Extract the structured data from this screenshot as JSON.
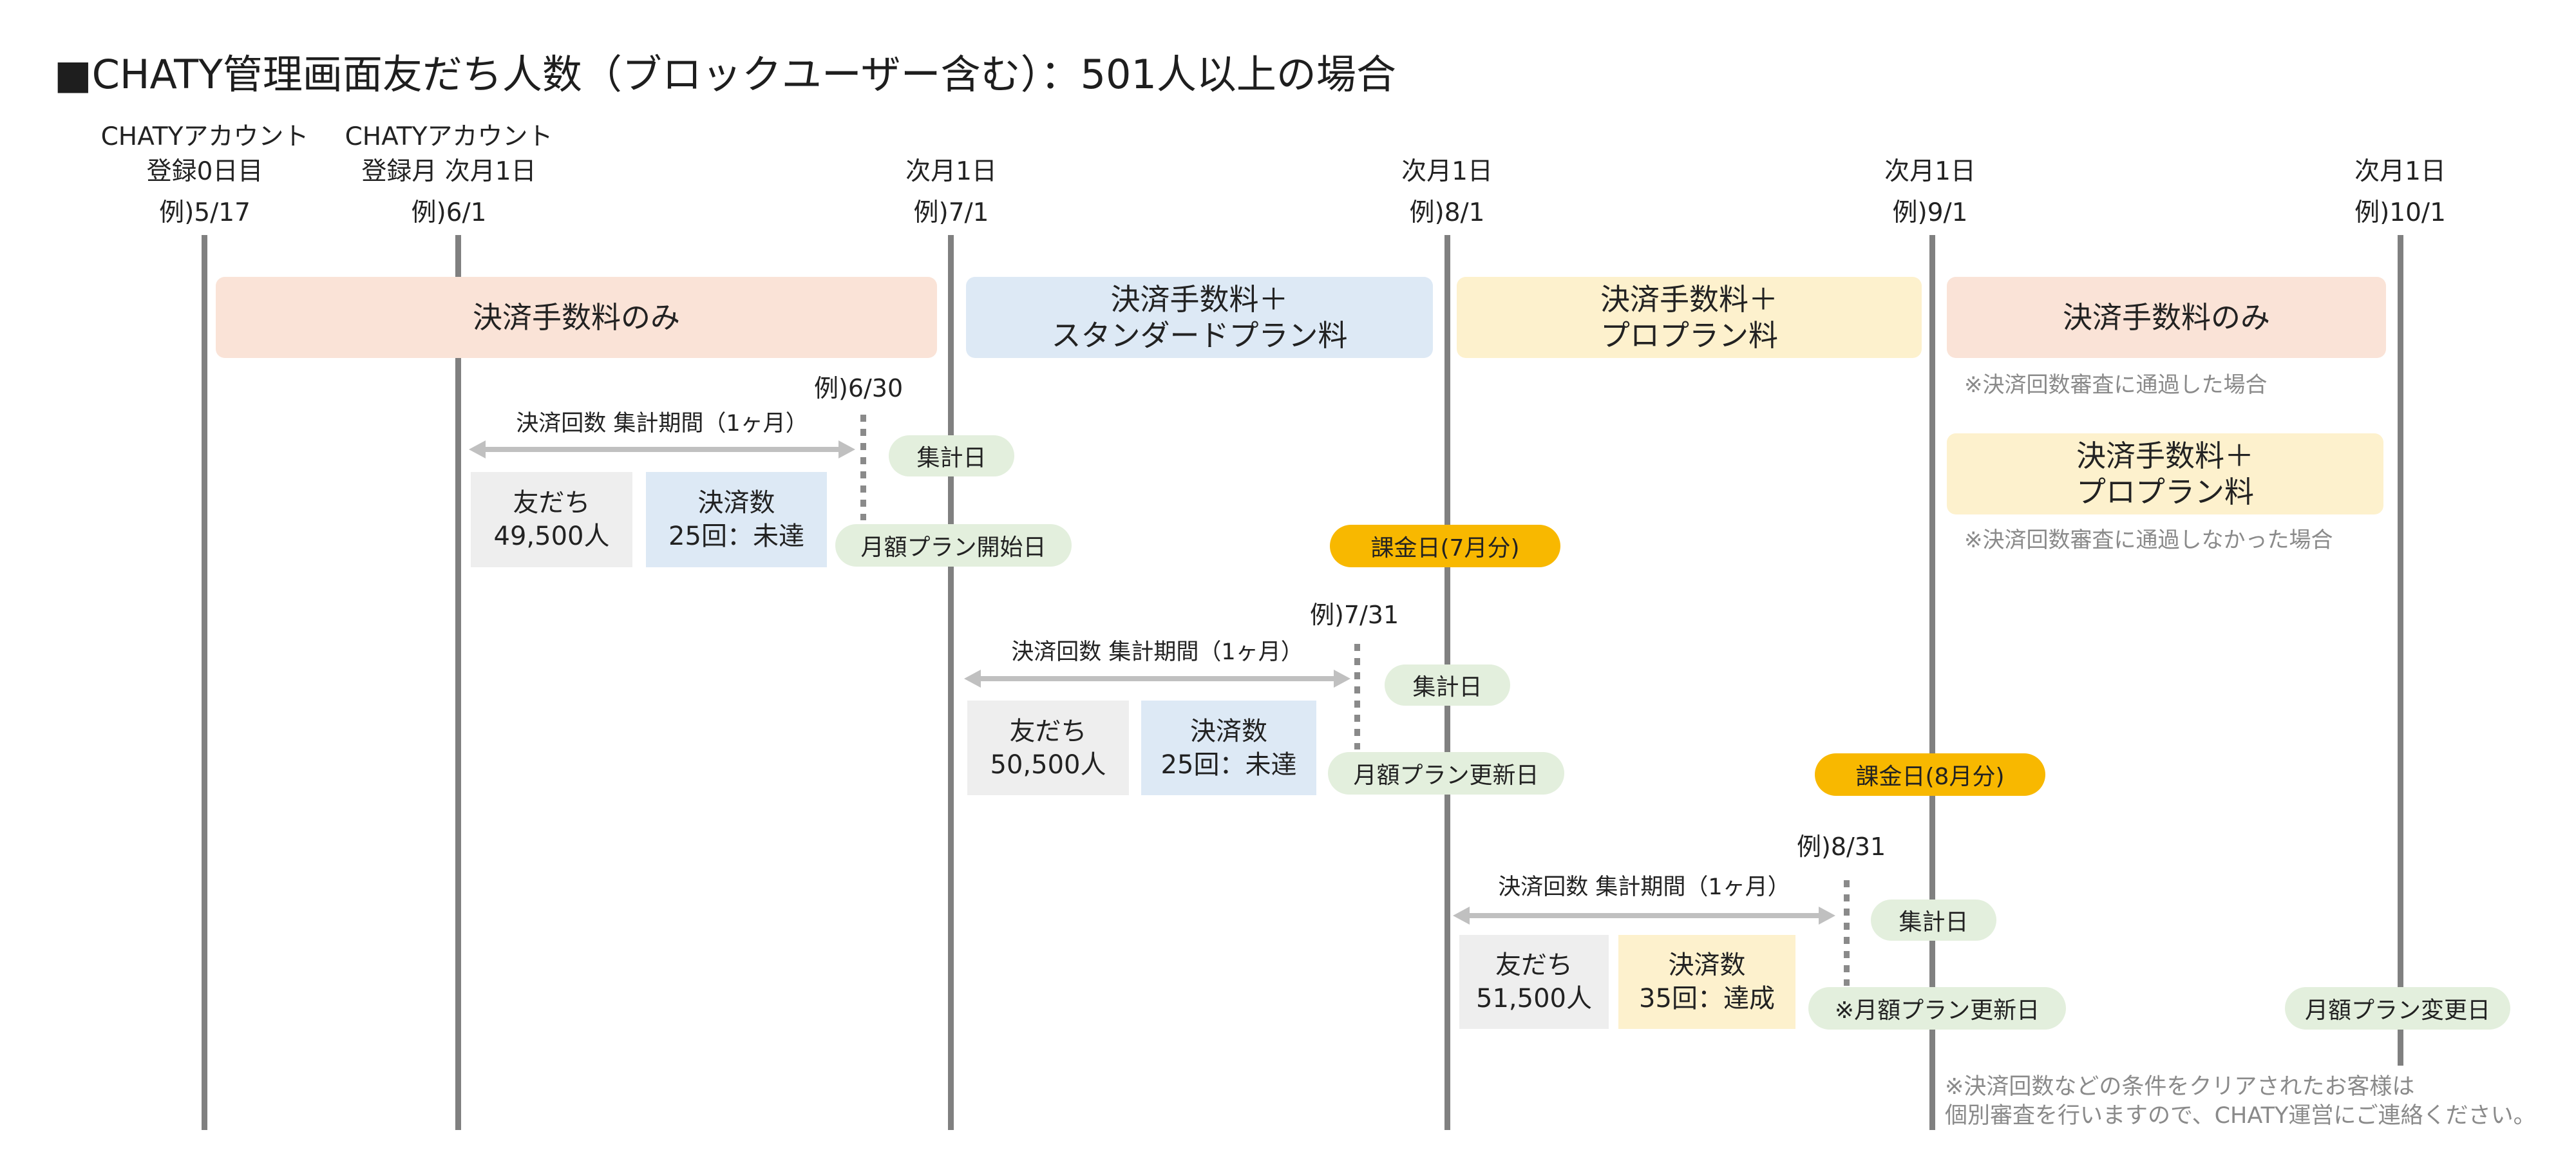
{
  "title": "■CHATY管理画面友だち人数（ブロックユーザー含む）：501人以上の場合",
  "columns": [
    {
      "line1": "CHATYアカウント",
      "line2": "登録0日目",
      "example": "例)5/17"
    },
    {
      "line1": "CHATYアカウント",
      "line2": "登録月  次月1日",
      "example": "例)6/1"
    },
    {
      "line1": "",
      "line2": "次月1日",
      "example": "例)7/1"
    },
    {
      "line1": "",
      "line2": "次月1日",
      "example": "例)8/1"
    },
    {
      "line1": "",
      "line2": "次月1日",
      "example": "例)9/1"
    },
    {
      "line1": "",
      "line2": "次月1日",
      "example": "例)10/1"
    }
  ],
  "plans": {
    "p1": {
      "line1": "決済手数料のみ"
    },
    "p2": {
      "line1": "決済手数料＋",
      "line2": "スタンダードプラン料"
    },
    "p3": {
      "line1": "決済手数料＋",
      "line2": "プロプラン料"
    },
    "p4": {
      "line1": "決済手数料のみ",
      "note": "※決済回数審査に通過した場合"
    },
    "p5": {
      "line1": "決済手数料＋",
      "line2": "プロプラン料",
      "note": "※決済回数審査に通過しなかった場合"
    }
  },
  "periods": [
    {
      "example_end": "例)6/30",
      "label": "決済回数 集計期間（1ヶ月）",
      "friends_label": "友だち",
      "friends_value": "49,500人",
      "payments_label": "決済数",
      "payments_value": "25回：未達",
      "tally_pill": "集計日",
      "event_pill": "月額プラン開始日"
    },
    {
      "example_end": "例)7/31",
      "label": "決済回数 集計期間（1ヶ月）",
      "friends_label": "友だち",
      "friends_value": "50,500人",
      "payments_label": "決済数",
      "payments_value": "25回：未達",
      "tally_pill": "集計日",
      "event_pill": "月額プラン更新日"
    },
    {
      "example_end": "例)8/31",
      "label": "決済回数 集計期間（1ヶ月）",
      "friends_label": "友だち",
      "friends_value": "51,500人",
      "payments_label": "決済数",
      "payments_value": "35回：達成",
      "tally_pill": "集計日",
      "event_pill": "※月額プラン更新日"
    }
  ],
  "billing": {
    "july": "課金日(7月分)",
    "august": "課金日(8月分)"
  },
  "plan_change_pill": "月額プラン変更日",
  "footnote": {
    "line1": "※決済回数などの条件をクリアされたお客様は",
    "line2": "個別審査を行いますので、CHATY運営にご連絡ください。"
  },
  "colors": {
    "timeline": "#808080",
    "salmon": "#fae3d7",
    "blue": "#dde9f5",
    "yellow": "#fdf1cd",
    "grey": "#eeeeee",
    "green_pill": "#e3efdd",
    "orange_pill": "#f8b800",
    "arrow": "#c0c0c0",
    "dots": "#8a8a8a"
  }
}
